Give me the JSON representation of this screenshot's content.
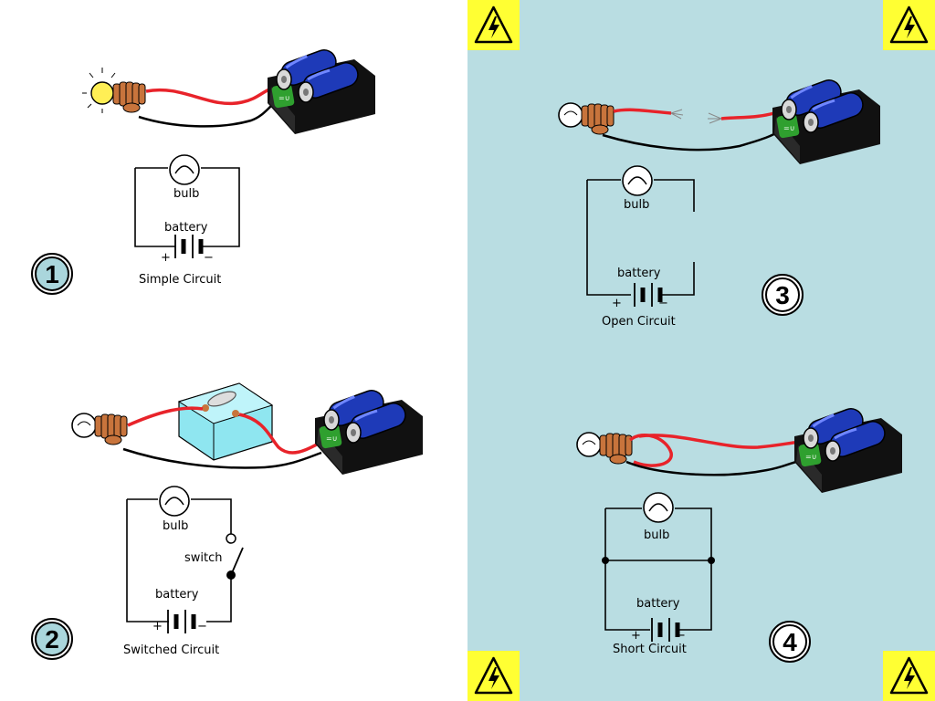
{
  "colors": {
    "background": "#ffffff",
    "danger_panel": "#b9dde2",
    "warning_yellow": "#ffff33",
    "badge_fill": "#aad6dc",
    "red_wire": "#e8232a",
    "battery_blue": "#1e3ab8",
    "bulb_glow": "#ffef55",
    "coil": "#c8743c",
    "switch_box": "#8fe6f0"
  },
  "icons": [
    "warning-icon",
    "light-bulb-icon",
    "battery-pack-icon",
    "switch-icon",
    "wire-icon"
  ],
  "panels": [
    {
      "badge": "1",
      "bulb": "bulb",
      "battery": "battery",
      "plus": "+",
      "minus": "−",
      "caption": "Simple Circuit"
    },
    {
      "badge": "2",
      "bulb": "bulb",
      "battery": "battery",
      "switch": "switch",
      "plus": "+",
      "minus": "−",
      "caption": "Switched Circuit"
    },
    {
      "badge": "3",
      "bulb": "bulb",
      "battery": "battery",
      "plus": "+",
      "minus": "−",
      "caption": "Open Circuit"
    },
    {
      "badge": "4",
      "bulb": "bulb",
      "battery": "battery",
      "plus": "+",
      "minus": "−",
      "caption": "Short Circuit"
    }
  ]
}
